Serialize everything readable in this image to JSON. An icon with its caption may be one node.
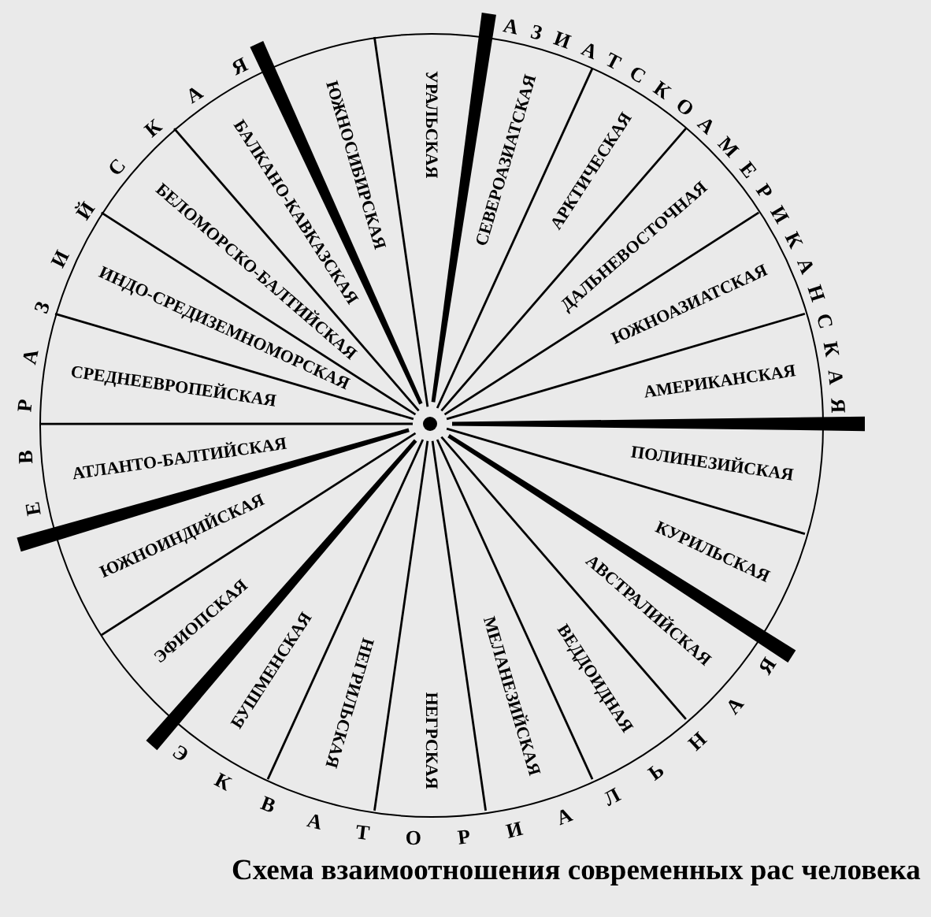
{
  "diagram": {
    "caption": "Схема взаимоотношения современных рас человека",
    "nodes": [
      {
        "text": [
          "ЮЖНОСИБИРСКАЯ",
          "УРАЛЬСКАЯ",
          "СЕВЕРОАЗИАТСКАЯ",
          "АРКТИЧЕСКАЯ",
          "ДАЛЬНЕВОСТОЧНАЯ",
          "ЮЖНОАЗИАТСКАЯ",
          "АМЕРИКАНСКАЯ",
          "ПОЛИНЕЗИЙСКАЯ",
          "КУРИЛЬСКАЯ",
          "АВСТРАЛИЙСКАЯ",
          "ВЕДДОИДНАЯ",
          "МЕЛАНЕЗИЙСКАЯ",
          "НЕГРСКАЯ",
          "НЕГРИЛЬСКАЯ",
          "БУШМЕНСКАЯ",
          "ЭФИОПСКАЯ",
          "ЮЖНОИНДИЙСКАЯ",
          "АТЛАНТО-БАЛТИЙСКАЯ",
          "СРЕДНЕЕВРОПЕЙСКАЯ",
          "ИНДО-СРЕДИЗЕМНОМОРСКАЯ",
          "БЕЛОМОРСКО-БАЛТИЙСКАЯ",
          "БАЛКАНО-КАВКАЗСКАЯ"
        ]
      }
    ],
    "labels": [
      "ЕВРАЗИЙСКАЯ",
      "АЗИАТСКОАМЕРИКАНСКАЯ",
      "ЭКВАТОРИАЛЬНАЯ"
    ]
  }
}
